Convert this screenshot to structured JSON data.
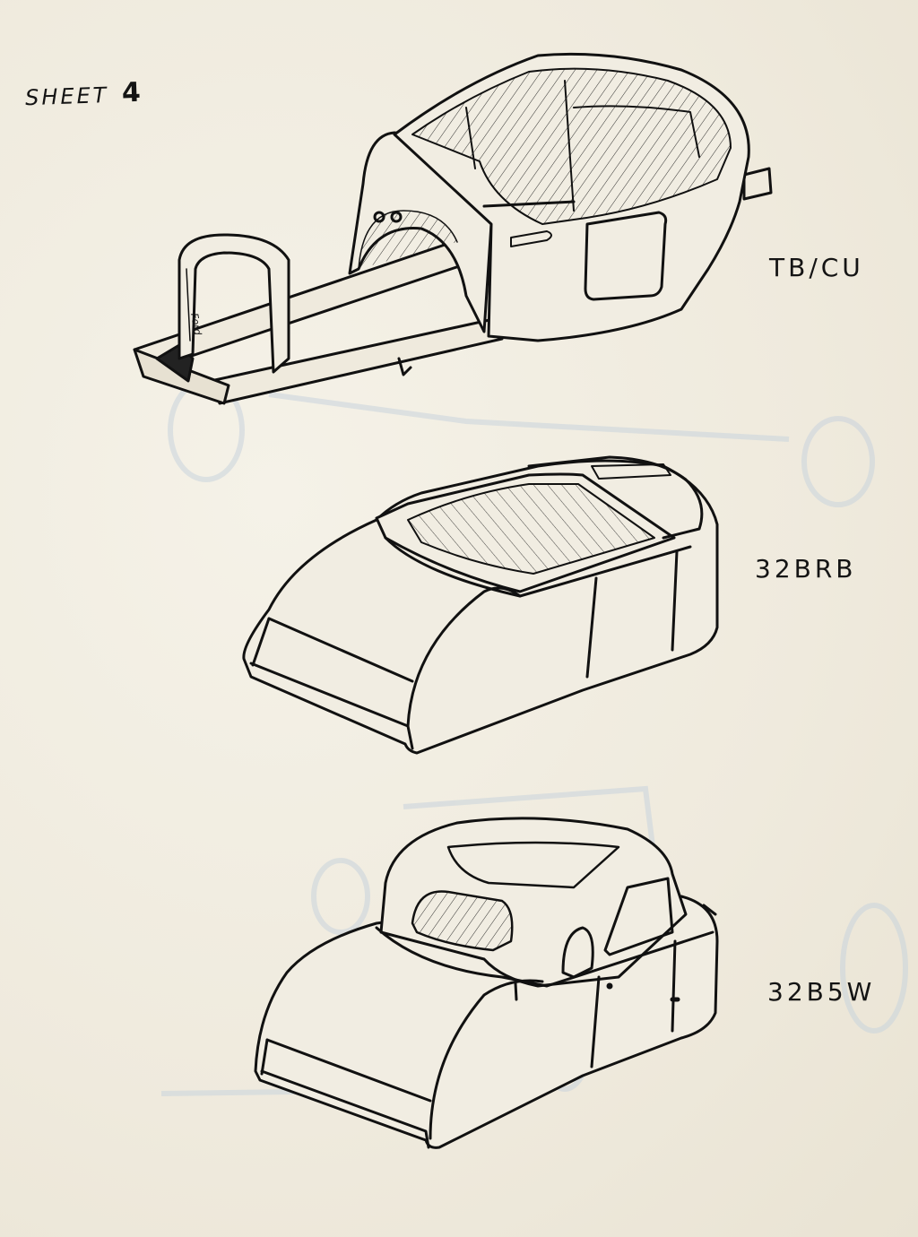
{
  "sheet": {
    "label": "SHEET",
    "number": "4"
  },
  "items": [
    {
      "code": "TB/CU"
    },
    {
      "code": "32BRB"
    },
    {
      "code": "32B5W"
    }
  ],
  "colors": {
    "paper": "#f1ede2",
    "ink": "#141414",
    "bleed_through": "#c9d3dd"
  }
}
